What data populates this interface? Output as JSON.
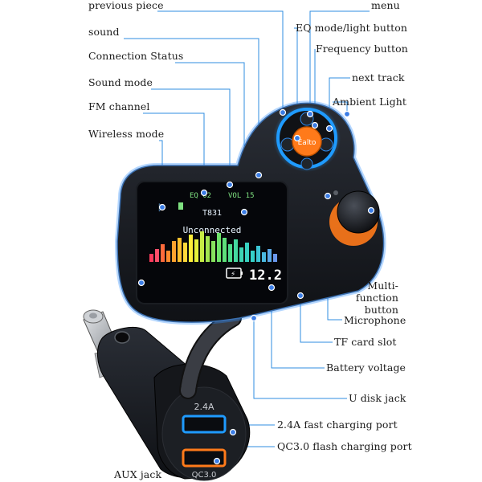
{
  "labels_left": [
    {
      "id": "previous-piece",
      "text": "previous piece"
    },
    {
      "id": "sound",
      "text": "sound"
    },
    {
      "id": "connection-status",
      "text": "Connection Status"
    },
    {
      "id": "sound-mode",
      "text": "Sound mode"
    },
    {
      "id": "fm-channel",
      "text": "FM channel"
    },
    {
      "id": "wireless-mode",
      "text": "Wireless mode"
    },
    {
      "id": "aux-jack",
      "text": "AUX jack"
    }
  ],
  "labels_right": [
    {
      "id": "menu",
      "text": "menu"
    },
    {
      "id": "eq-mode-light-button",
      "text": "EQ mode/light button"
    },
    {
      "id": "frequency-button",
      "text": "Frequency button"
    },
    {
      "id": "next-track",
      "text": "next track"
    },
    {
      "id": "ambient-light",
      "text": "Ambient Light"
    },
    {
      "id": "multi-function-button",
      "text": "Multi-function\nbutton"
    },
    {
      "id": "microphone",
      "text": "Microphone"
    },
    {
      "id": "tf-card-slot",
      "text": "TF card slot"
    },
    {
      "id": "battery-voltage",
      "text": "Battery voltage"
    },
    {
      "id": "u-disk-jack",
      "text": "U disk jack"
    },
    {
      "id": "fast-charging-port",
      "text": "2.4A fast charging port"
    },
    {
      "id": "qc-flash-charging-port",
      "text": "QC3.0 flash charging port"
    }
  ],
  "device": {
    "screen": {
      "frequency": "T831",
      "status": "Unconnected",
      "voltage": "12.2",
      "eq_text": "EQ 02",
      "vol_text": "VOL 15"
    },
    "center_button_text": "Ealto",
    "port_top_label": "2.4A",
    "port_bottom_label": "QC3.0"
  },
  "colors": {
    "callout_line": "#2f8ee0",
    "dot": "#3b7de6",
    "ring_blue": "#1f9bff",
    "accent_orange": "#ff7a1a",
    "body": "#1d2026"
  }
}
